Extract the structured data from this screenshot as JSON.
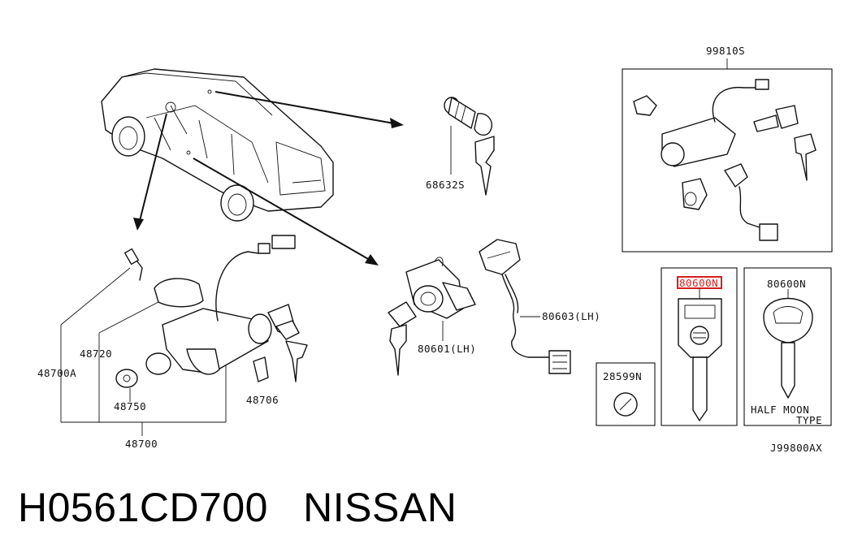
{
  "labels": {
    "kit": "99810S",
    "door_lock_back": "68632S",
    "door_cyl_lh": "80601(LH)",
    "harness_lh": "80603(LH)",
    "ignition_assy": "48700",
    "steering_lock_a": "48700A",
    "lock_bracket": "48720",
    "cyl_48750": "48750",
    "clip": "48706",
    "battery": "28599N",
    "key_blank_highlight": "80600N",
    "key_blank_half_moon": "80600N",
    "half_moon_line1": "HALF MOON",
    "half_moon_line2": "TYPE",
    "diagram_code": "J99800AX"
  },
  "footer": {
    "part_number": "H0561CD700",
    "brand": "NISSAN"
  },
  "colors": {
    "highlight": "#d62020",
    "line": "#111111"
  }
}
